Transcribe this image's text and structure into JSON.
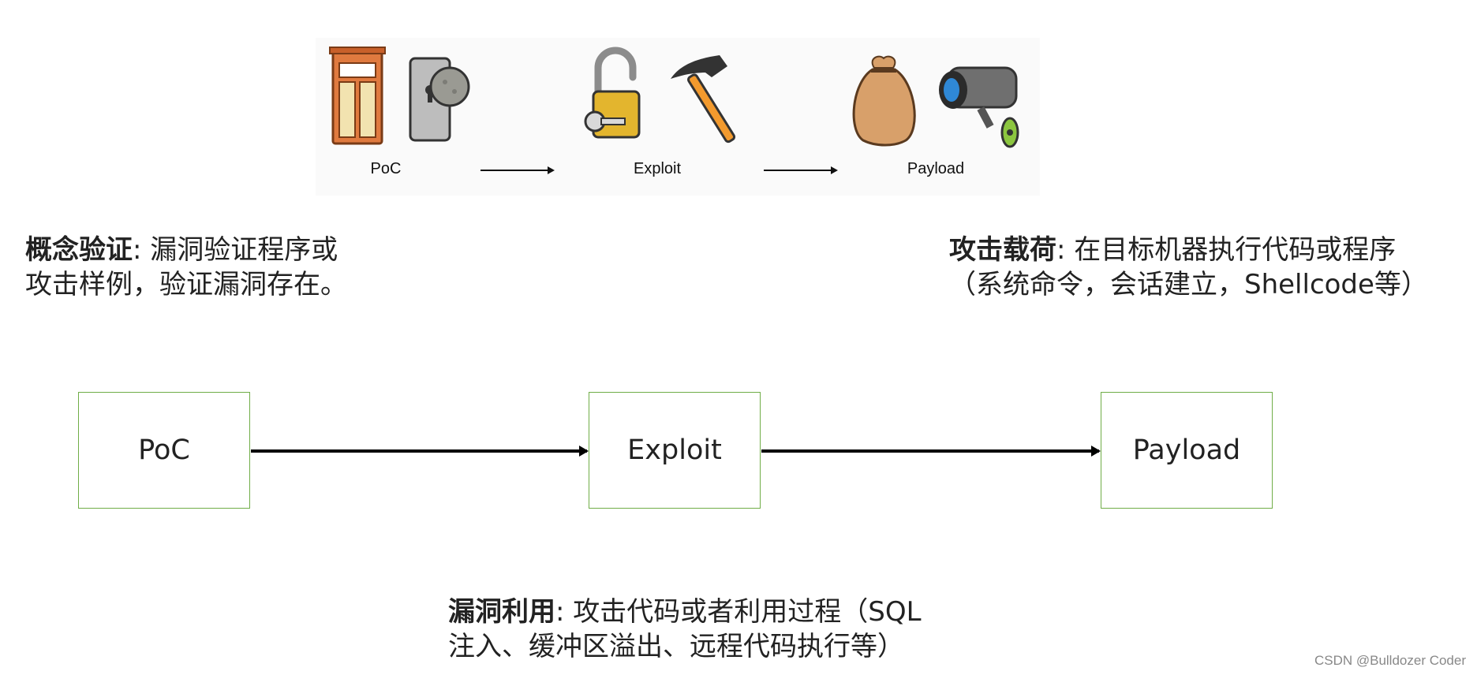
{
  "strip": {
    "labels": {
      "poc": "PoC",
      "exploit": "Exploit",
      "payload": "Payload"
    }
  },
  "descriptions": {
    "poc": {
      "title": "概念验证",
      "sep": ":",
      "line1": "漏洞验证程序或",
      "line2": "攻击样例，验证漏洞存在。"
    },
    "payload": {
      "title": "攻击载荷",
      "sep": ":",
      "line1": "在目标机器执行代码或程序",
      "line2": "（系统命令，会话建立，Shellcode等）"
    },
    "exploit": {
      "title": "漏洞利用",
      "sep": ":",
      "line1": "攻击代码或者利用过程（SQL",
      "line2": "注入、缓冲区溢出、远程代码执行等）"
    }
  },
  "diagram": {
    "nodes": [
      {
        "id": "poc",
        "label": "PoC"
      },
      {
        "id": "exploit",
        "label": "Exploit"
      },
      {
        "id": "payload",
        "label": "Payload"
      }
    ],
    "edges": [
      {
        "from": "poc",
        "to": "exploit"
      },
      {
        "from": "exploit",
        "to": "payload"
      }
    ],
    "box_color": "#70ad47"
  },
  "watermark": "CSDN @Bulldozer Coder"
}
